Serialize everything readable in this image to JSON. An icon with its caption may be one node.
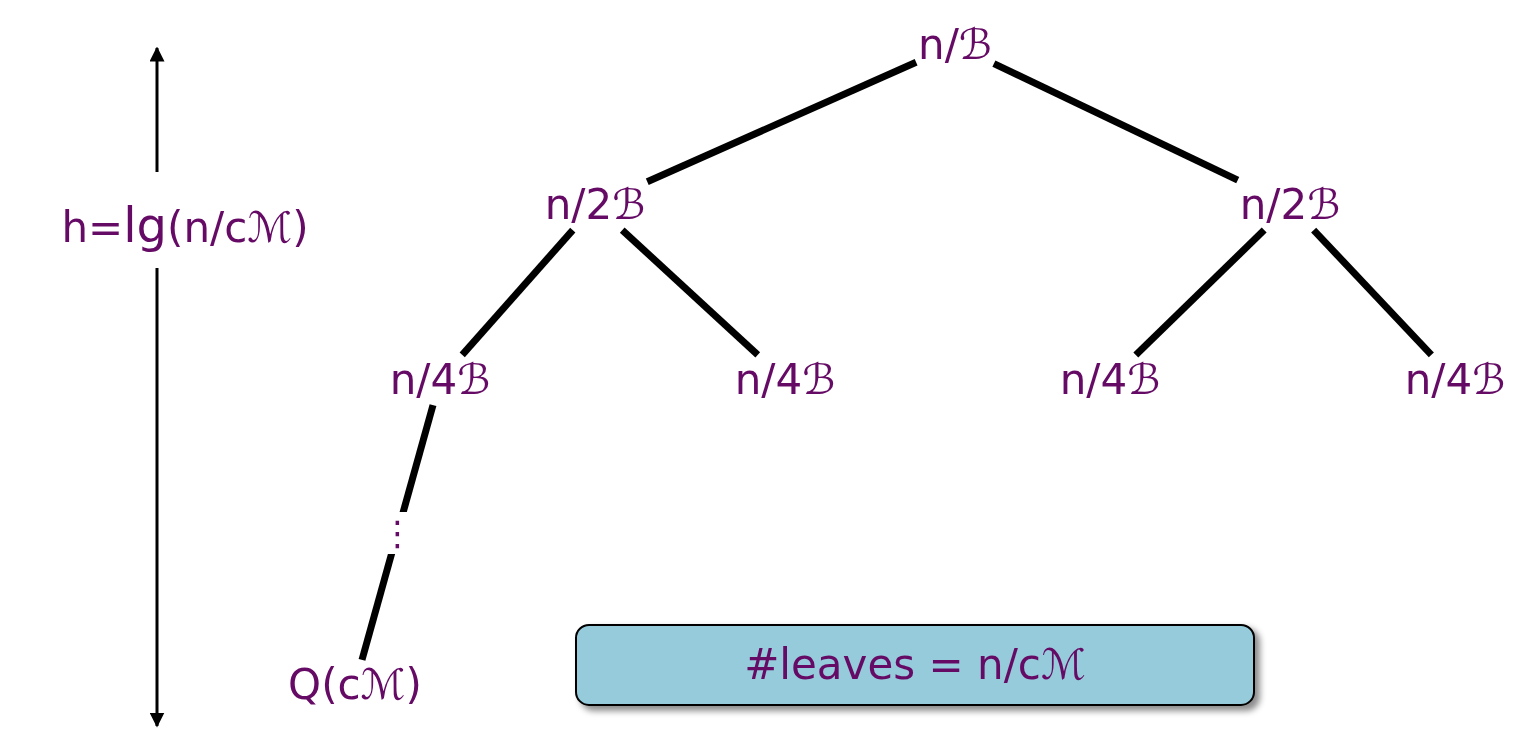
{
  "diagram": {
    "nodes": [
      {
        "text": [
          "n/ℬ"
        ]
      },
      {
        "text": [
          "n/2ℬ"
        ]
      },
      {
        "text": [
          "n/2ℬ"
        ]
      },
      {
        "text": [
          "n/4ℬ"
        ]
      },
      {
        "text": [
          "n/4ℬ"
        ]
      },
      {
        "text": [
          "n/4ℬ"
        ]
      },
      {
        "text": [
          "n/4ℬ"
        ]
      },
      {
        "text": [
          "Q(cℳ)"
        ]
      },
      {
        "text": [
          "#leaves = n/cℳ"
        ]
      }
    ],
    "edges": [
      {
        "from": 0,
        "to": 1,
        "arrow": "none"
      },
      {
        "from": 0,
        "to": 2,
        "arrow": "none"
      },
      {
        "from": 1,
        "to": 3,
        "arrow": "none"
      },
      {
        "from": 1,
        "to": 4,
        "arrow": "none"
      },
      {
        "from": 2,
        "to": 5,
        "arrow": "none"
      },
      {
        "from": 2,
        "to": 6,
        "arrow": "none"
      },
      {
        "from": 3,
        "to": 7,
        "arrow": "none",
        "label": "⋮"
      }
    ],
    "labels": [
      "h=**lg**(n/cℳ)"
    ]
  }
}
